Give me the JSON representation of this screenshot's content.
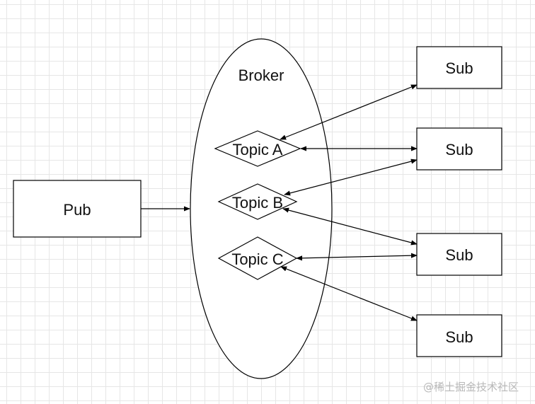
{
  "diagram": {
    "broker_label": "Broker",
    "publisher_label": "Pub",
    "topics": [
      {
        "label": "Topic A"
      },
      {
        "label": "Topic B"
      },
      {
        "label": "Topic C"
      }
    ],
    "subscribers": [
      {
        "label": "Sub"
      },
      {
        "label": "Sub"
      },
      {
        "label": "Sub"
      },
      {
        "label": "Sub"
      }
    ]
  },
  "watermark": "@稀土掘金技术社区"
}
